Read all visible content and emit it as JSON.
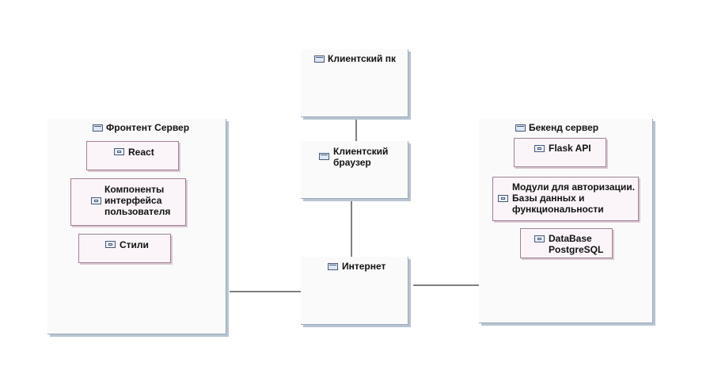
{
  "nodes": {
    "client_pc": "Клиентский пк",
    "client_browser": "Клиентский браузер",
    "internet": "Интернет",
    "frontend": "Фронтент Сервер",
    "backend": "Бекенд сервер"
  },
  "frontend_components": {
    "react": "React",
    "ui": "Компоненты интерфейса пользователя",
    "styles": "Стили"
  },
  "backend_components": {
    "flask": "Flask API",
    "modules": "Модули для авторизации. Базы данных и функциональности",
    "db": "DataBase PostgreSQL"
  },
  "colors": {
    "node_fill": "#fafafa",
    "component_border": "#a08096",
    "link": "#000000"
  }
}
